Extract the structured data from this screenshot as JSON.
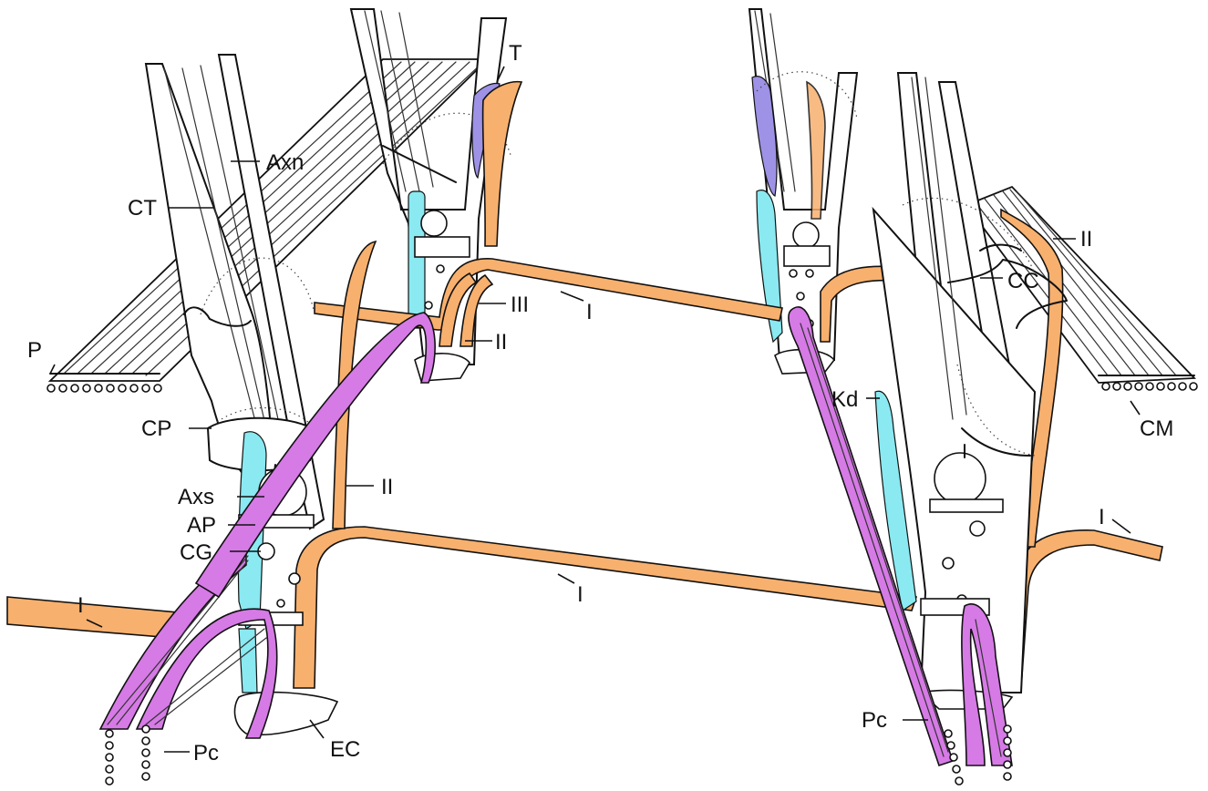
{
  "labels": {
    "T": "T",
    "Axn": "Axn",
    "CT": "CT",
    "P": "P",
    "CP": "CP",
    "Axs": "Axs",
    "AP": "AP",
    "CG": "CG",
    "I": "I",
    "II": "II",
    "III": "III",
    "Pc": "Pc",
    "EC": "EC",
    "Kd": "Kd",
    "CC": "CC",
    "CM": "CM"
  },
  "colors": {
    "orange": "#f7b06e",
    "purple": "#d67ae6",
    "cyan": "#8ae9f1",
    "violet": "#9d92e6"
  }
}
